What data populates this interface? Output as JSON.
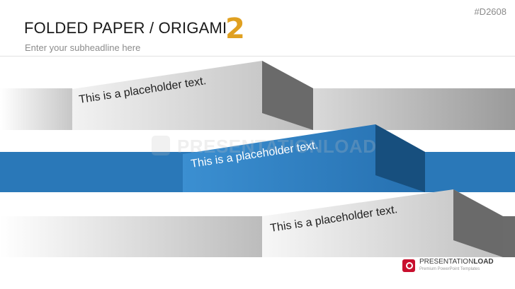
{
  "slide": {
    "id": "#D2608",
    "title": "FOLDED PAPER / ORIGAMI",
    "title_number": "2",
    "subtitle": "Enter your subheadline here"
  },
  "watermark": {
    "text": "PRESENTATIONLOAD"
  },
  "bands": [
    {
      "label": "This is a placeholder text.",
      "color": "#b9b9b9"
    },
    {
      "label": "This is a placeholder text.",
      "color": "#2a78b8"
    },
    {
      "label": "This is a placeholder text.",
      "color": "#c8c8c8"
    }
  ],
  "footer": {
    "brand_light": "PRESENTATION",
    "brand_bold": "LOAD",
    "tagline": "Premium PowerPoint Templates"
  },
  "colors": {
    "accent_blue": "#2a78b8",
    "dark_blue": "#174f7e",
    "gray_face": "#c2c2c2",
    "gray_dark": "#6b6b6b",
    "logo_red": "#c8102e"
  }
}
